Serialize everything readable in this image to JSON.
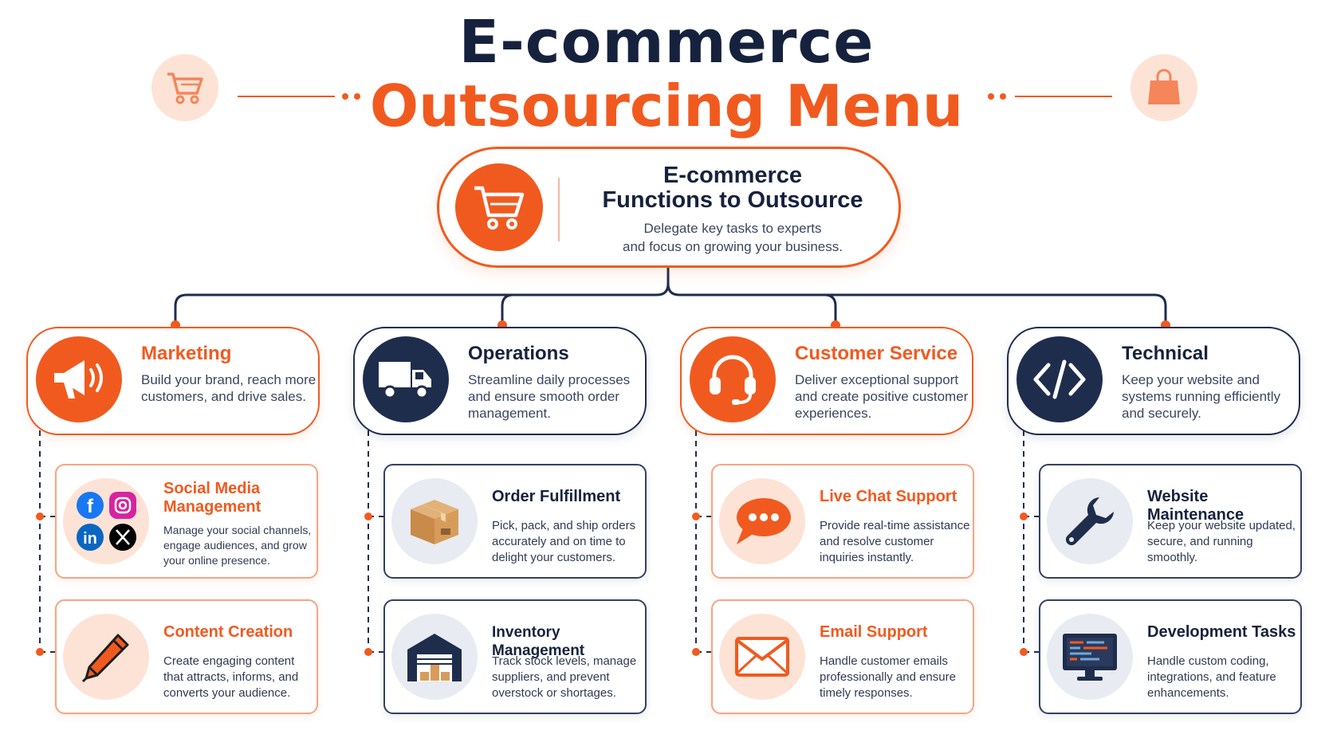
{
  "title": {
    "line1": "E-commerce",
    "line2": "Outsourcing Menu"
  },
  "hub": {
    "title_line1": "E-commerce",
    "title_line2": "Functions to Outsource",
    "desc_line1": "Delegate key tasks to experts",
    "desc_line2": "and focus on growing your business."
  },
  "categories": [
    {
      "title": "Marketing",
      "desc": "Build your brand, reach more customers, and drive sales."
    },
    {
      "title": "Operations",
      "desc": "Streamline daily processes and ensure smooth order management."
    },
    {
      "title": "Customer Service",
      "desc": "Deliver exceptional support and create positive customer experiences."
    },
    {
      "title": "Technical",
      "desc": "Keep your website and systems running efficiently and securely."
    }
  ],
  "services": {
    "marketing": [
      {
        "title": "Social Media Management",
        "desc": "Manage your social channels, engage audiences, and grow your online presence."
      },
      {
        "title": "Content Creation",
        "desc": "Create engaging content that attracts, informs, and converts your audience."
      }
    ],
    "operations": [
      {
        "title": "Order Fulfillment",
        "desc": "Pick, pack, and ship orders accurately and on time to delight your customers."
      },
      {
        "title": "Inventory Management",
        "desc": "Track stock levels, manage suppliers, and prevent overstock or shortages."
      }
    ],
    "customer_service": [
      {
        "title": "Live Chat Support",
        "desc": "Provide real-time assistance and resolve customer inquiries instantly."
      },
      {
        "title": "Email Support",
        "desc": "Handle customer emails professionally and ensure timely responses."
      }
    ],
    "technical": [
      {
        "title": "Website Maintenance",
        "desc": "Keep your website updated, secure, and running smoothly."
      },
      {
        "title": "Development Tasks",
        "desc": "Handle custom coding, integrations, and feature enhancements."
      }
    ]
  },
  "colors": {
    "accent": "#f15a1f",
    "navy": "#1f2d4d",
    "accent_light": "#fde3d6"
  }
}
